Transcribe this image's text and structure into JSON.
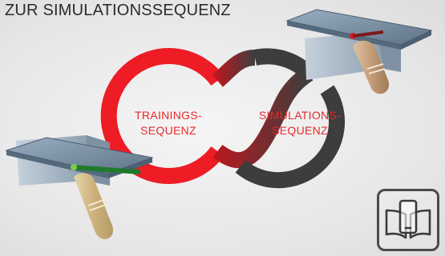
{
  "heading": "ZUR SIMULATIONSSEQUENZ",
  "loop": {
    "left": {
      "line1": "TRAININGS-",
      "line2": "SEQUENZ"
    },
    "right": {
      "line1": "SIMULATIONS-",
      "line2": "SEQUENZ"
    }
  },
  "colors": {
    "red": "#ee1c24",
    "dark": "#3d3d3d",
    "label_red": "#e62a2a",
    "cap_top": "#7b90a6",
    "cap_base": "#aab9c7",
    "tassel_left": "#d7c08f",
    "tassel_right": "#c8a382"
  },
  "icons": {
    "graduation_cap_left": "graduation-cap-icon",
    "graduation_cap_right": "graduation-cap-icon",
    "book_button": "book-tablet-icon"
  }
}
